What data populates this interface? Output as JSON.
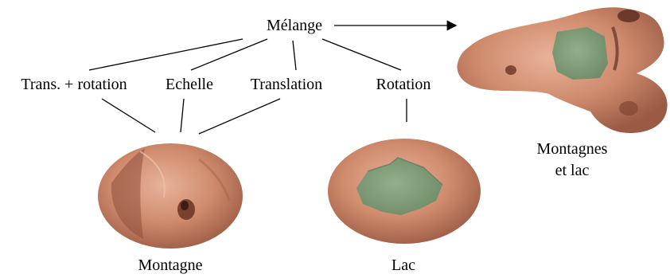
{
  "root": {
    "label": "Mélange"
  },
  "operations": [
    {
      "id": "trans-rotation",
      "label": "Trans. + rotation"
    },
    {
      "id": "echelle",
      "label": "Echelle"
    },
    {
      "id": "translation",
      "label": "Translation"
    },
    {
      "id": "rotation",
      "label": "Rotation"
    }
  ],
  "inputs": [
    {
      "id": "montagne",
      "label": "Montagne"
    },
    {
      "id": "lac",
      "label": "Lac"
    }
  ],
  "result": {
    "line1": "Montagnes",
    "line2": "et lac"
  },
  "colors": {
    "terrain": "#c98468",
    "terrain_light": "#e3a98e",
    "terrain_dark": "#7a3f2e",
    "lake": "#7a9a78",
    "arrow": "#000000"
  }
}
